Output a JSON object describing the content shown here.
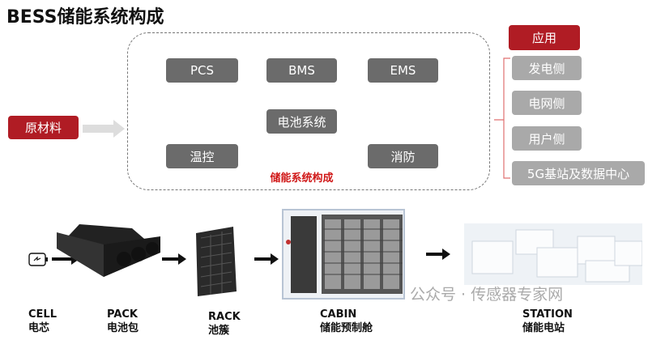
{
  "title": "BESS储能系统构成",
  "system": {
    "label": "储能系统构成",
    "components": [
      "PCS",
      "BMS",
      "EMS",
      "电池系统",
      "温控",
      "消防"
    ]
  },
  "raw_material": "原材料",
  "applications": {
    "header": "应用",
    "items": [
      "发电侧",
      "电网侧",
      "用户侧",
      "5G基站及数据中心"
    ]
  },
  "chain": [
    {
      "en": "CELL",
      "zh": "电芯"
    },
    {
      "en": "PACK",
      "zh": "电池包"
    },
    {
      "en": "RACK",
      "zh": "池簇"
    },
    {
      "en": "CABIN",
      "zh": "储能预制舱"
    },
    {
      "en": "STATION",
      "zh": "储能电站"
    }
  ],
  "watermark": "公众号 · 传感器专家网",
  "colors": {
    "accent_red": "#b01c24",
    "dark_box": "#6b6b6b",
    "light_box": "#a9a9a9"
  }
}
